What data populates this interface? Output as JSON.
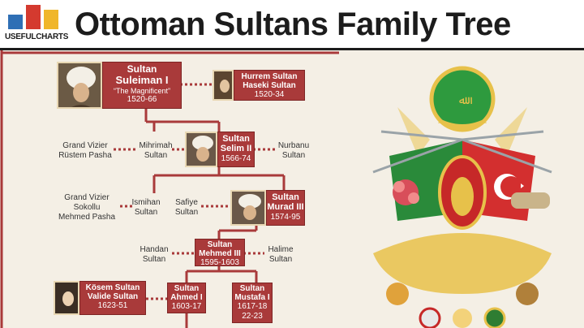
{
  "header": {
    "brand": "USEFULCHARTS",
    "title": "Ottoman Sultans Family Tree",
    "logo_colors": [
      "#2f6fb5",
      "#d43a2f",
      "#f0b62a"
    ]
  },
  "colors": {
    "box": "#a93a3a",
    "line": "#a93a3a",
    "background": "#f4efe5"
  },
  "tree": {
    "suleiman": {
      "l1": "Sultan",
      "l2": "Suleiman I",
      "l3": "“The Magnificent”",
      "l4": "1520-66"
    },
    "hurrem": {
      "l1": "Hurrem Sultan",
      "l2": "Haseki Sultan",
      "l3": "1520-34"
    },
    "selim": {
      "l1": "Sultan",
      "l2": "Selim II",
      "l3": "1566-74"
    },
    "mihrimah": {
      "l1": "Mihrimah",
      "l2": "Sultan"
    },
    "rustem": {
      "l1": "Grand Vizier",
      "l2": "Rüstem Pasha"
    },
    "nurbanu": {
      "l1": "Nurbanu",
      "l2": "Sultan"
    },
    "murad": {
      "l1": "Sultan",
      "l2": "Murad III",
      "l3": "1574-95"
    },
    "ismihan": {
      "l1": "Ismihan",
      "l2": "Sultan"
    },
    "sokollu": {
      "l1": "Grand Vizier",
      "l2": "Sokollu",
      "l3": "Mehmed Pasha"
    },
    "safiye": {
      "l1": "Safiye",
      "l2": "Sultan"
    },
    "mehmed": {
      "l1": "Sultan",
      "l2": "Mehmed III",
      "l3": "1595-1603"
    },
    "handan": {
      "l1": "Handan",
      "l2": "Sultan"
    },
    "halime": {
      "l1": "Halime",
      "l2": "Sultan"
    },
    "kosem": {
      "l1": "Kösem Sultan",
      "l2": "Valide Sultan",
      "l3": "1623-51"
    },
    "ahmed": {
      "l1": "Sultan",
      "l2": "Ahmed I",
      "l3": "1603-17"
    },
    "mustafa": {
      "l1": "Sultan",
      "l2": "Mustafa I",
      "l3": "1617-18",
      "l4": "22-23"
    }
  }
}
